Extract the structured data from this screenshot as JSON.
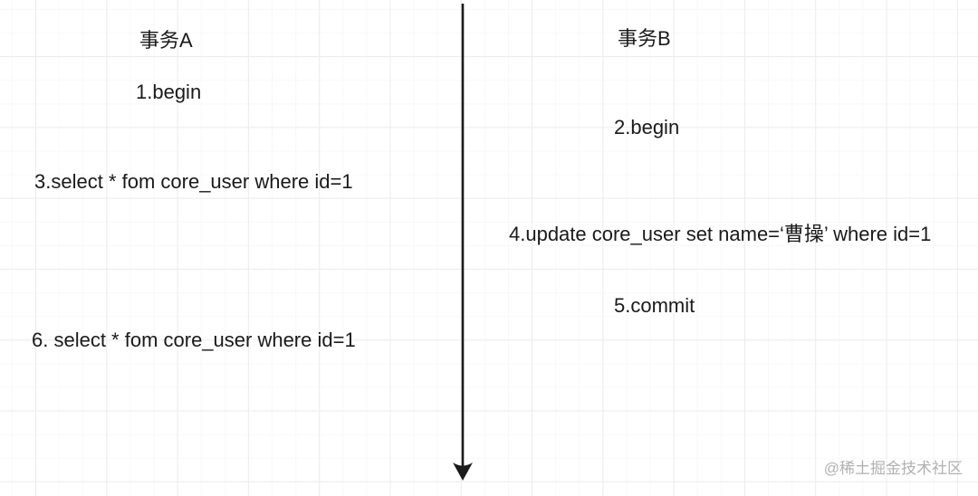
{
  "diagram": {
    "transaction_a": {
      "title": "事务A"
    },
    "transaction_b": {
      "title": "事务B"
    },
    "steps": [
      {
        "column": "A",
        "text": "1.begin"
      },
      {
        "column": "B",
        "text": "2.begin"
      },
      {
        "column": "A",
        "text": "3.select * fom core_user where id=1"
      },
      {
        "column": "B",
        "text": "4.update core_user set name=‘曹操’ where id=1"
      },
      {
        "column": "B",
        "text": "5.commit"
      },
      {
        "column": "A",
        "text": "6. select * fom core_user where id=1"
      }
    ],
    "arrow": {
      "name": "timeline-arrow-down",
      "direction": "down"
    },
    "watermark": "@稀土掘金技术社区",
    "colors": {
      "text": "#1a1a1a",
      "arrow": "#1a1a1a",
      "watermark": "#b0b0b0",
      "grid_major": "#ececec",
      "grid_minor": "#f8f8f8",
      "background": "#ffffff"
    }
  }
}
